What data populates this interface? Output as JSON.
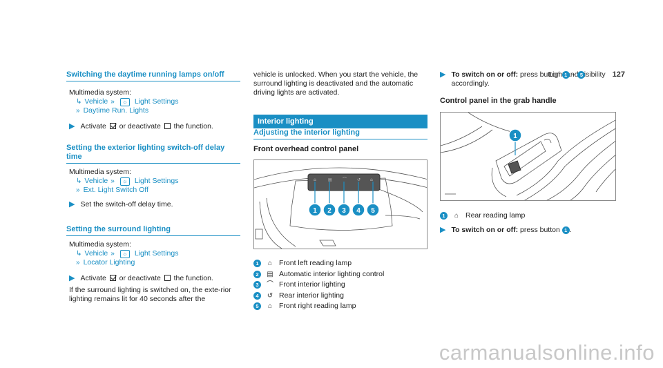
{
  "header": {
    "section": "Light and visibility",
    "page_number": "127"
  },
  "col1": {
    "daytime": {
      "heading": "Switching the daytime running lamps on/off",
      "system": "Multimedia system:",
      "path1": "Vehicle",
      "path2": "Light Settings",
      "path3": "Daytime Run. Lights",
      "step_pre": "Activate",
      "step_mid": "or deactivate",
      "step_post": "the function."
    },
    "switchoff": {
      "heading": "Setting the exterior lighting switch-off delay time",
      "system": "Multimedia system:",
      "path1": "Vehicle",
      "path2": "Light Settings",
      "path3": "Ext. Light Switch Off",
      "step": "Set the switch-off delay time."
    },
    "surround": {
      "heading": "Setting the surround lighting",
      "system": "Multimedia system:",
      "path1": "Vehicle",
      "path2": "Light Settings",
      "path3": "Locator Lighting",
      "step_pre": "Activate",
      "step_mid": "or deactivate",
      "step_post": "the function.",
      "note": "If the surround lighting is switched on, the exte-rior lighting remains lit for 40 seconds after the"
    }
  },
  "col2": {
    "continued": "vehicle is unlocked. When you start the vehicle, the surround lighting is deactivated and the automatic driving lights are activated.",
    "bar_heading": "Interior lighting",
    "sub_heading": "Adjusting the interior lighting",
    "panel_title": "Front overhead control panel",
    "figure_labels": [
      "1",
      "2",
      "3",
      "4",
      "5"
    ],
    "legend": [
      {
        "num": "1",
        "icon": "reading-lamp-icon",
        "glyph": "⌂",
        "text": "Front left reading lamp"
      },
      {
        "num": "2",
        "icon": "auto-light-icon",
        "glyph": "▤",
        "text": "Automatic interior lighting control"
      },
      {
        "num": "3",
        "icon": "interior-light-icon",
        "glyph": "⌒",
        "text": "Front interior lighting"
      },
      {
        "num": "4",
        "icon": "rear-light-icon",
        "glyph": "↺",
        "text": "Rear interior lighting"
      },
      {
        "num": "5",
        "icon": "reading-lamp-icon",
        "glyph": "⌂",
        "text": "Front right reading lamp"
      }
    ]
  },
  "col3": {
    "step1_bold": "To switch on or off:",
    "step1_text": "press button",
    "step1_from": "1",
    "step1_dash": "–",
    "step1_to": "5",
    "step1_end": "accordingly.",
    "grab_title": "Control panel in the grab handle",
    "figure_label": "1",
    "legend": {
      "num": "1",
      "glyph": "⌂",
      "text": "Rear reading lamp"
    },
    "step2_bold": "To switch on or off:",
    "step2_text": "press button",
    "step2_num": "1",
    "step2_end": "."
  },
  "watermark": "carmanualsonline.info",
  "colors": {
    "accent": "#1a8fc4"
  }
}
